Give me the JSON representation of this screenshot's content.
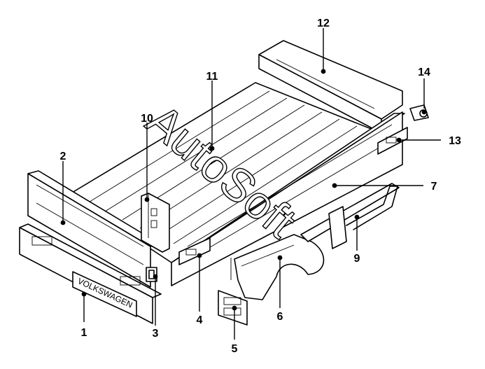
{
  "watermark": "AutoSoft",
  "badge_text": "VOLKSWAGEN",
  "callouts": [
    {
      "label": "1"
    },
    {
      "label": "2"
    },
    {
      "label": "3"
    },
    {
      "label": "4"
    },
    {
      "label": "5"
    },
    {
      "label": "6"
    },
    {
      "label": "7"
    },
    {
      "label": "9"
    },
    {
      "label": "10"
    },
    {
      "label": "11"
    },
    {
      "label": "12"
    },
    {
      "label": "13"
    },
    {
      "label": "14"
    }
  ]
}
